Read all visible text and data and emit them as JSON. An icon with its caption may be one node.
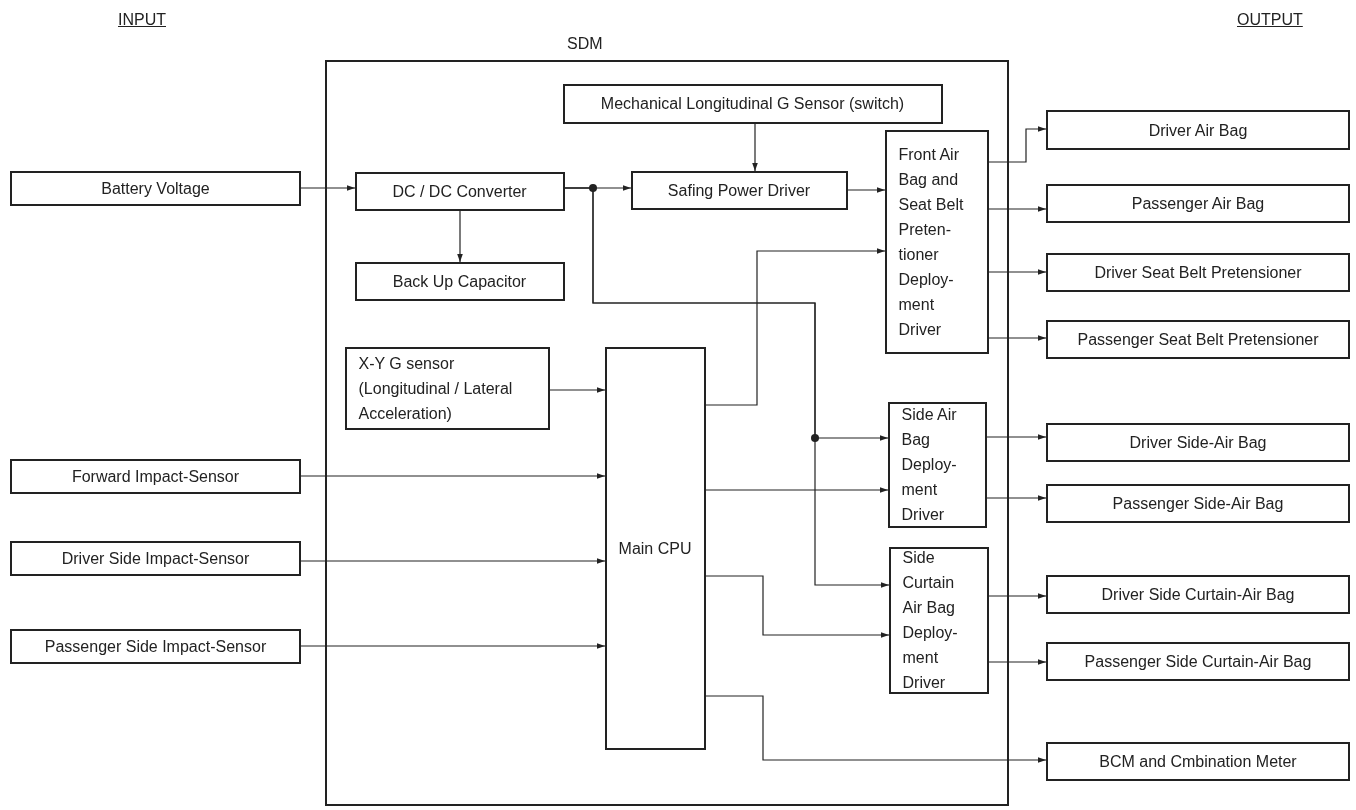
{
  "diagram": {
    "nodes": [
      {
        "text": [
          "SDM"
        ]
      },
      {
        "text": [
          "Battery Voltage"
        ]
      },
      {
        "text": [
          "Forward Impact-Sensor"
        ]
      },
      {
        "text": [
          "Driver Side Impact-Sensor"
        ]
      },
      {
        "text": [
          "Passenger Side Impact-Sensor"
        ]
      },
      {
        "text": [
          "Mechanical Longitudinal G Sensor (switch)"
        ],
        "in": 0
      },
      {
        "text": [
          "DC / DC Converter"
        ],
        "in": 0
      },
      {
        "text": [
          "Safing Power Driver"
        ],
        "in": 0
      },
      {
        "text": [
          "Front Air Bag and Seat Belt Preten- tioner Deploy- ment Driver"
        ],
        "in": 0
      },
      {
        "text": [
          "Back Up Capacitor"
        ],
        "in": 0
      },
      {
        "text": [
          "X-Y G sensor (Longitudinal / Lateral Acceleration)"
        ],
        "in": 0
      },
      {
        "text": [
          "Main CPU"
        ],
        "in": 0
      },
      {
        "text": [
          "Side Air Bag Deploy- ment Driver"
        ],
        "in": 0
      },
      {
        "text": [
          "Side Curtain Air Bag Deploy- ment Driver"
        ],
        "in": 0
      },
      {
        "text": [
          "Driver Air Bag"
        ]
      },
      {
        "text": [
          "Passenger Air Bag"
        ]
      },
      {
        "text": [
          "Driver Seat Belt Pretensioner"
        ]
      },
      {
        "text": [
          "Passenger Seat Belt Pretensioner"
        ]
      },
      {
        "text": [
          "Driver Side-Air Bag"
        ]
      },
      {
        "text": [
          "Passenger Side-Air Bag"
        ]
      },
      {
        "text": [
          "Driver Side Curtain-Air Bag"
        ]
      },
      {
        "text": [
          "Passenger Side Curtain-Air Bag"
        ]
      },
      {
        "text": [
          "BCM and Cmbination Meter"
        ]
      }
    ],
    "edges": [
      {
        "from": 1,
        "to": 6,
        "arrow": "to"
      },
      {
        "from": 6,
        "to": 9,
        "arrow": "to"
      },
      {
        "from": 5,
        "to": 7,
        "arrow": "to"
      },
      {
        "from": 6,
        "to": 7,
        "arrow": "to"
      },
      {
        "from": 6,
        "to": 12,
        "arrow": "to"
      },
      {
        "from": 6,
        "to": 13,
        "arrow": "to"
      },
      {
        "from": 7,
        "to": 8,
        "arrow": "to"
      },
      {
        "from": 10,
        "to": 11,
        "arrow": "to"
      },
      {
        "from": 2,
        "to": 11,
        "arrow": "to"
      },
      {
        "from": 3,
        "to": 11,
        "arrow": "to"
      },
      {
        "from": 4,
        "to": 11,
        "arrow": "to"
      },
      {
        "from": 11,
        "to": 8,
        "arrow": "to"
      },
      {
        "from": 11,
        "to": 12,
        "arrow": "to"
      },
      {
        "from": 11,
        "to": 13,
        "arrow": "to"
      },
      {
        "from": 11,
        "to": 22,
        "arrow": "to"
      },
      {
        "from": 8,
        "to": 14,
        "arrow": "to"
      },
      {
        "from": 8,
        "to": 15,
        "arrow": "to"
      },
      {
        "from": 8,
        "to": 16,
        "arrow": "to"
      },
      {
        "from": 8,
        "to": 17,
        "arrow": "to"
      },
      {
        "from": 12,
        "to": 18,
        "arrow": "to"
      },
      {
        "from": 12,
        "to": 19,
        "arrow": "to"
      },
      {
        "from": 13,
        "to": 20,
        "arrow": "to"
      },
      {
        "from": 13,
        "to": 21,
        "arrow": "to"
      }
    ],
    "labels": [
      "INPUT",
      "OUTPUT"
    ]
  }
}
